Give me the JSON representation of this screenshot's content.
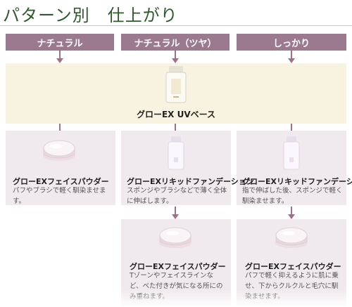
{
  "page": {
    "title": "パターン別　仕上がり"
  },
  "columns": [
    {
      "label": "ナチュラル"
    },
    {
      "label": "ナチュラル（ツヤ）"
    },
    {
      "label": "しっかり"
    }
  ],
  "base": {
    "name": "グローEX UVベース",
    "icon": "uv-base-bottle-icon"
  },
  "step2": [
    {
      "name": "グローEXフェイスパウダー",
      "desc": "パフやブラシで軽く馴染ませます。",
      "icon": "face-powder-compact-icon"
    },
    {
      "name": "グローEXリキッドファンデーション",
      "desc": "スポンジやブラシなどで薄く全体に伸ばします。",
      "icon": "liquid-foundation-bottle-icon"
    },
    {
      "name": "グローEXリキッドファンデーション",
      "desc": "指で伸ばした後、スポンジで軽く馴染ませます。",
      "icon": "liquid-foundation-bottle-icon"
    }
  ],
  "step3": [
    {
      "name": "グローEXフェイスパウダー",
      "desc": "Tゾーンやフェイスラインなど、べた付きが気になる所にのみ重ねます。",
      "icon": "face-powder-compact-icon"
    },
    {
      "name": "グローEXフェイスパウダー",
      "desc": "パフで軽く抑えるように肌に乗せ、下からクルクルと毛穴に馴染ませます。",
      "icon": "face-powder-compact-icon"
    }
  ],
  "colors": {
    "title": "#2f5a2e",
    "header": "#9b7a8f",
    "arrow": "#a0708a",
    "card": "#f0e9ee",
    "base_band": "#f8f3e0"
  }
}
